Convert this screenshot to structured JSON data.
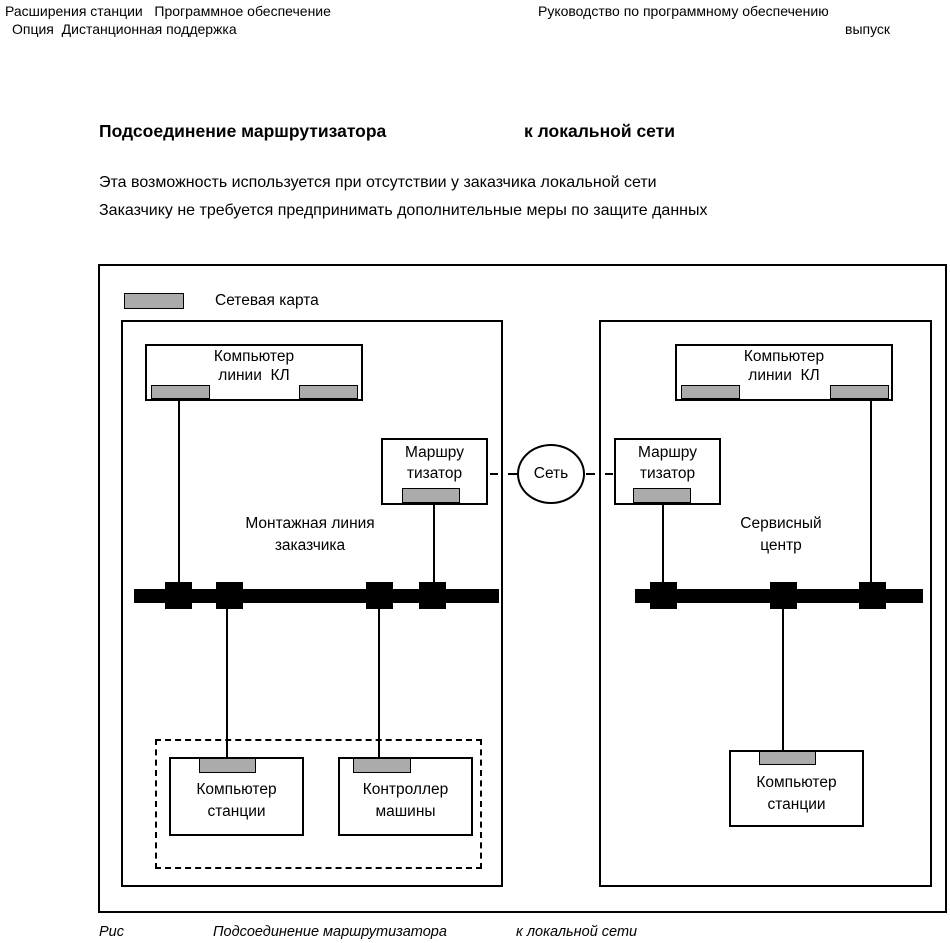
{
  "header": {
    "left_line1": "Расширения станции   Программное обеспечение",
    "left_line2": "Опция  Дистанционная поддержка",
    "right_line1": "Руководство по программному обеспечению",
    "right_line2": "выпуск"
  },
  "title": {
    "part1": "Подсоединение маршрутизатора",
    "part2": "к локальной сети"
  },
  "intro": {
    "line1": "Эта возможность используется при отсутствии у заказчика локальной сети",
    "line2": "Заказчику не требуется предпринимать дополнительные меры по защите данных"
  },
  "diagram": {
    "legend": {
      "label": "Сетевая карта"
    },
    "network": {
      "label": "Сеть"
    },
    "customer_site": {
      "kl_computer": "Компьютер\nлинии  КЛ",
      "router": "Маршру\nтизатор",
      "area_label": "Монтажная линия\nзаказчика",
      "station_computer": "Компьютер\nстанции",
      "machine_controller": "Контроллер\nмашины"
    },
    "service_center": {
      "kl_computer": "Компьютер\nлинии  КЛ",
      "router": "Маршру\nтизатор",
      "area_label": "Сервисный\nцентр",
      "station_computer": "Компьютер\nстанции"
    }
  },
  "caption": {
    "prefix": "Рис",
    "title": "Подсоединение маршрутизатора",
    "suffix": "к локальной сети"
  },
  "colors": {
    "network_card_gray": "#ababab",
    "ink": "#000000"
  }
}
